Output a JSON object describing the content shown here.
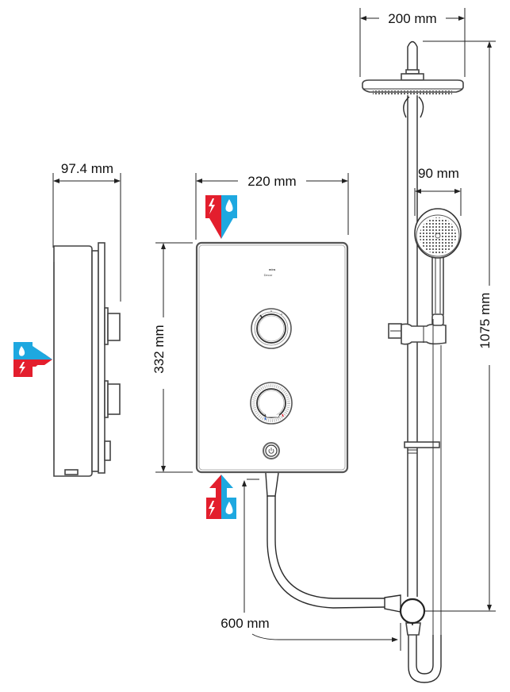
{
  "title": "Electric shower dimension diagram",
  "dimensions": {
    "side_depth": "97.4 mm",
    "unit_width": "220 mm",
    "unit_height": "332 mm",
    "overhead_width": "200 mm",
    "handset_width": "90 mm",
    "rail_height": "1075 mm",
    "hose_length": "600 mm"
  },
  "unit": {
    "brand_text": "mira",
    "model_text": "Decor"
  },
  "icons": {
    "supply_entry_top": "electric-water-top-entry-icon",
    "supply_entry_bottom": "electric-water-bottom-entry-icon",
    "supply_entry_rear": "electric-water-rear-entry-icon"
  },
  "colors": {
    "electric_red": "#e31e2d",
    "water_blue": "#1ea8e0"
  }
}
